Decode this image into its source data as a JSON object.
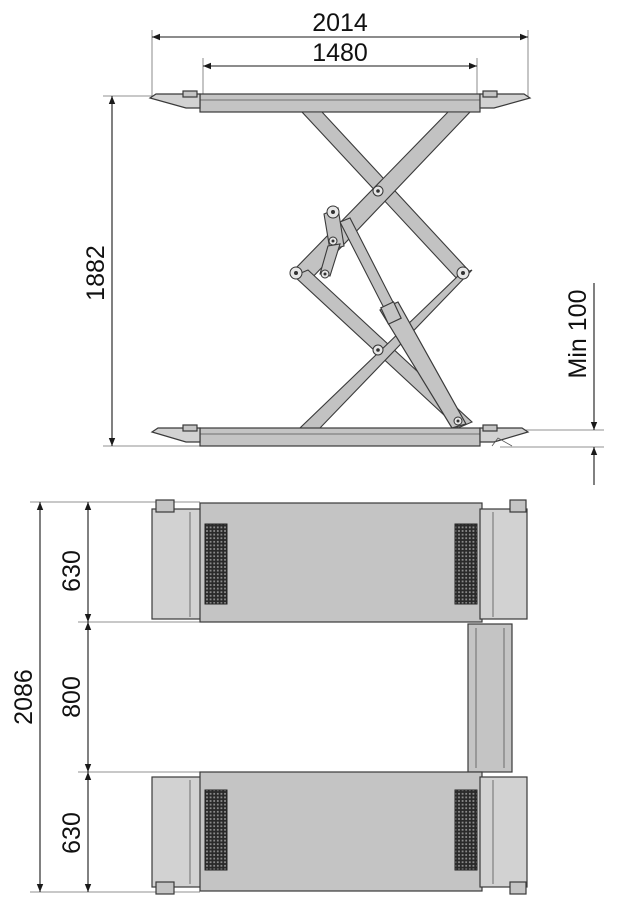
{
  "side_view": {
    "overall_length": "2014",
    "platform_length": "1480",
    "max_height": "1882",
    "min_height": "Min 100"
  },
  "top_view": {
    "overall_width": "2086",
    "platform_width_upper": "630",
    "gap_width": "800",
    "platform_width_lower": "630"
  },
  "colors": {
    "part_fill": "#c4c4c4",
    "outline": "#3a3a3a",
    "dimension_line": "#1a1a1a"
  }
}
